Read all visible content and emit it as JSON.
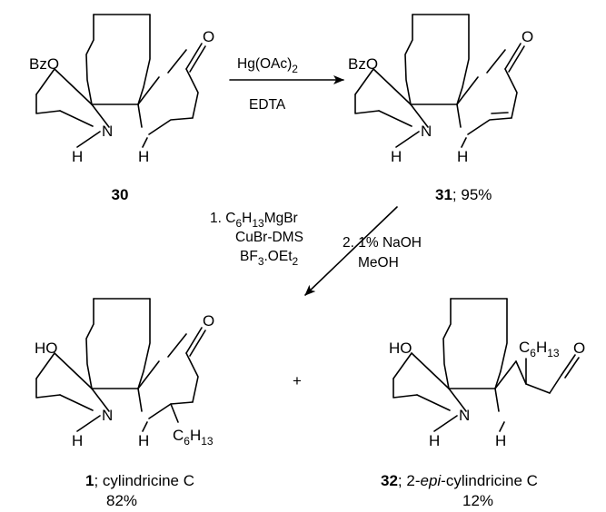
{
  "compounds": [
    {
      "id": "30",
      "label_num": "30",
      "label_rest": "",
      "substituent": "BzO",
      "ketone_o": "O",
      "n": "N",
      "h_left": "H",
      "h_right": "H"
    },
    {
      "id": "31",
      "label_num": "31",
      "label_rest": "; 95%",
      "substituent": "BzO",
      "ketone_o": "O",
      "n": "N",
      "h_left": "H",
      "h_right": "H"
    },
    {
      "id": "1",
      "label_num": "1",
      "label_rest": "; cylindricine C",
      "yield": "82%",
      "substituent": "HO",
      "ketone_o": "O",
      "n": "N",
      "h_left": "H",
      "h_right": "H",
      "alkyl": "C6H13"
    },
    {
      "id": "32",
      "label_num": "32",
      "label_rest_pre": "; 2-",
      "label_italic": "epi",
      "label_rest_post": "-cylindricine C",
      "yield": "12%",
      "substituent": "HO",
      "ketone_o": "O",
      "n": "N",
      "h_left": "H",
      "h_right": "H",
      "alkyl": "C6H13"
    }
  ],
  "reaction1": {
    "reagent_top": "Hg(OAc)2",
    "reagent_bottom": "EDTA"
  },
  "reaction2": {
    "step1_l1": "1. C6H13MgBr",
    "step1_l2": "CuBr-DMS",
    "step1_l3": "BF3.OEt2",
    "step2_l1": "2. 1% NaOH",
    "step2_l2": "MeOH"
  },
  "plus": "+"
}
